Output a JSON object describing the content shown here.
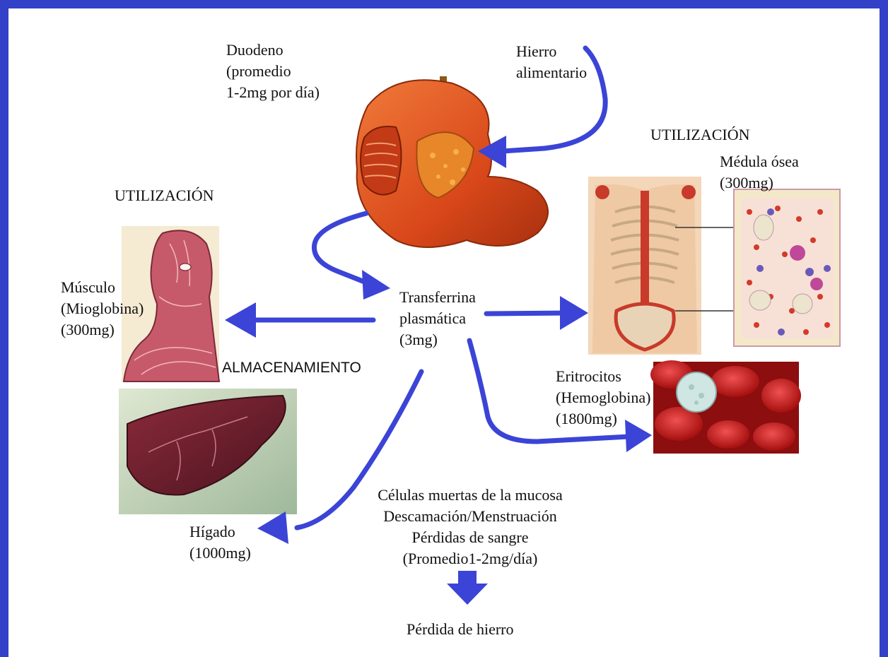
{
  "labels": {
    "duodeno": [
      "Duodeno",
      "(promedio",
      "1-2mg  por día)"
    ],
    "hierro": [
      "Hierro",
      "alimentario"
    ],
    "utilizacion_right": "UTILIZACIÓN",
    "medula": [
      "Médula ósea",
      "(300mg)"
    ],
    "utilizacion_left": "UTILIZACIÓN",
    "musculo": [
      "Músculo",
      "(Mioglobina)",
      "(300mg)"
    ],
    "transferrina": [
      "Transferrina",
      "plasmática",
      "(3mg)"
    ],
    "almacenamiento": "ALMACENAMIENTO",
    "eritrocitos": [
      "Eritrocitos",
      "(Hemoglobina)",
      "(1800mg)"
    ],
    "higado": [
      "Hígado",
      "(1000mg)"
    ],
    "perdidas": [
      "Células muertas de la mucosa",
      "Descamación/Menstruación",
      "Pérdidas de sangre",
      "(Promedio1-2mg/día)"
    ],
    "perdida_hierro": "Pérdida de hierro"
  },
  "colors": {
    "border": "#3340c8",
    "arrow": "#3b44d6",
    "organ": "#d9541f",
    "blood": "#d91f1f"
  },
  "images": [
    "stomach-illustration",
    "muscle-anatomy-illustration",
    "liver-illustration",
    "skeleton-illustration",
    "bone-marrow-micrograph",
    "erythrocytes-micrograph"
  ]
}
